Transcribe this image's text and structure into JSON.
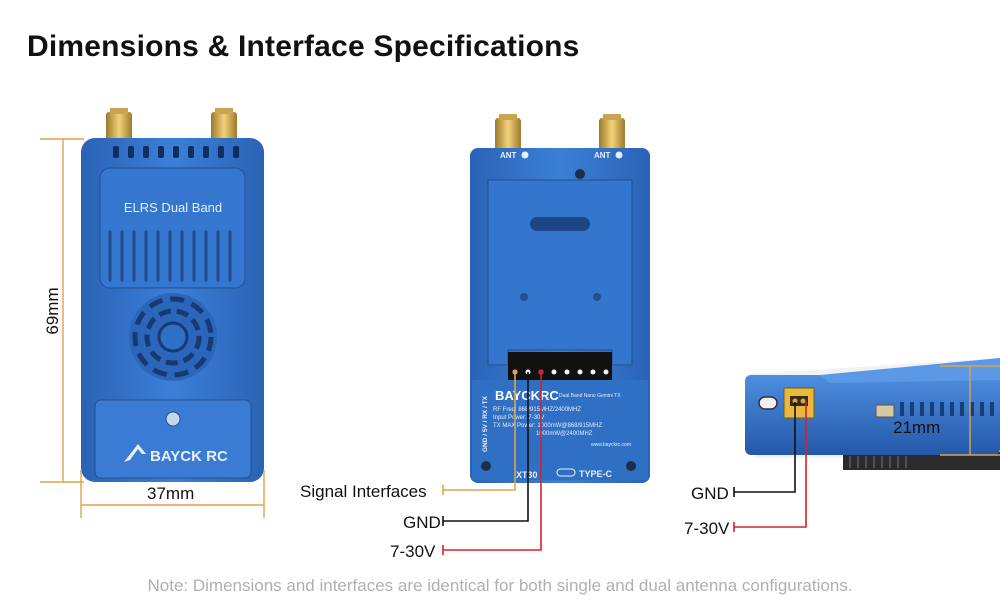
{
  "title": "Dimensions & Interface Specifications",
  "device_front": {
    "label": "ELRS Dual Band",
    "brand": "BAYCK RC",
    "height_dim": "69mm",
    "width_dim": "37mm"
  },
  "device_back": {
    "ant1": "ANT",
    "ant2": "ANT",
    "brand": "BAYCKRC",
    "model_line": "Dual Band Nano Gemini TX",
    "specs": [
      "RF Freq: 868/915MHZ/2400MHZ",
      "Input Power: 7-30V",
      "TX MAX Power: 1000mW@868/915MHZ",
      "1000mW@2400MHZ"
    ],
    "pin_label": "GND / 5V / RX / TX",
    "website": "www.bayckrc.com",
    "xt_label": "XT30",
    "typec_label": "TYPE-C"
  },
  "callouts_back": {
    "signal": "Signal Interfaces",
    "gnd": "GND",
    "power": "7-30V"
  },
  "device_side": {
    "thickness_dim": "21mm",
    "gnd": "GND",
    "power": "7-30V"
  },
  "colors": {
    "device_blue": "#2f6fc4",
    "dim_orange": "#e0a24a",
    "gnd_line": "#111111",
    "power_line": "#d6202e",
    "signal_line": "#e0a24a"
  },
  "note": "Note: Dimensions and interfaces are identical for both single and dual antenna configurations."
}
